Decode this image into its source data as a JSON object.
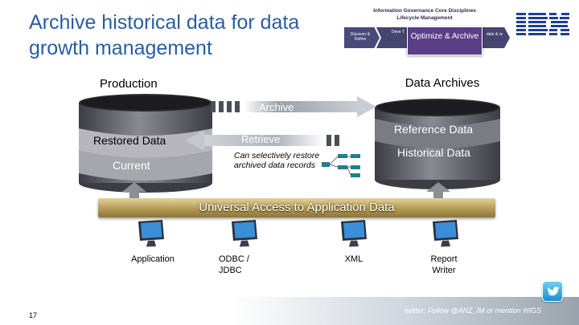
{
  "slide": {
    "title": "Archive historical data for data growth management",
    "page_number": "17"
  },
  "banner": {
    "header_line1": "Information Governance Core Disciplines",
    "header_line2": "Lifecycle Management",
    "step1": "Discover & Define",
    "step2": "Deve T",
    "step4": "date & re",
    "focus_step": "Optimize & Archive"
  },
  "production": {
    "label": "Production",
    "top_band": "Restored Data",
    "bottom_band": "Current"
  },
  "archives": {
    "label": "Data Archives",
    "top_band": "Reference Data",
    "bottom_band": "Historical Data"
  },
  "flows": {
    "archive": "Archive",
    "retrieve": "Retrieve",
    "note": "Can selectively restore archived data records"
  },
  "access_bar": "Universal Access to Application Data",
  "clients": [
    {
      "label": "Application"
    },
    {
      "label": "ODBC / JDBC"
    },
    {
      "label": "XML"
    },
    {
      "label": "Report Writer"
    }
  ],
  "footer": {
    "twitter": "twitter: Follow @ANZ_IM or mention #IIGS"
  },
  "colors": {
    "title": "#2a5d9f",
    "banner_focus": "#5a3e86",
    "access_bar": "#b39a55",
    "cylinder": "#6b6b73"
  }
}
